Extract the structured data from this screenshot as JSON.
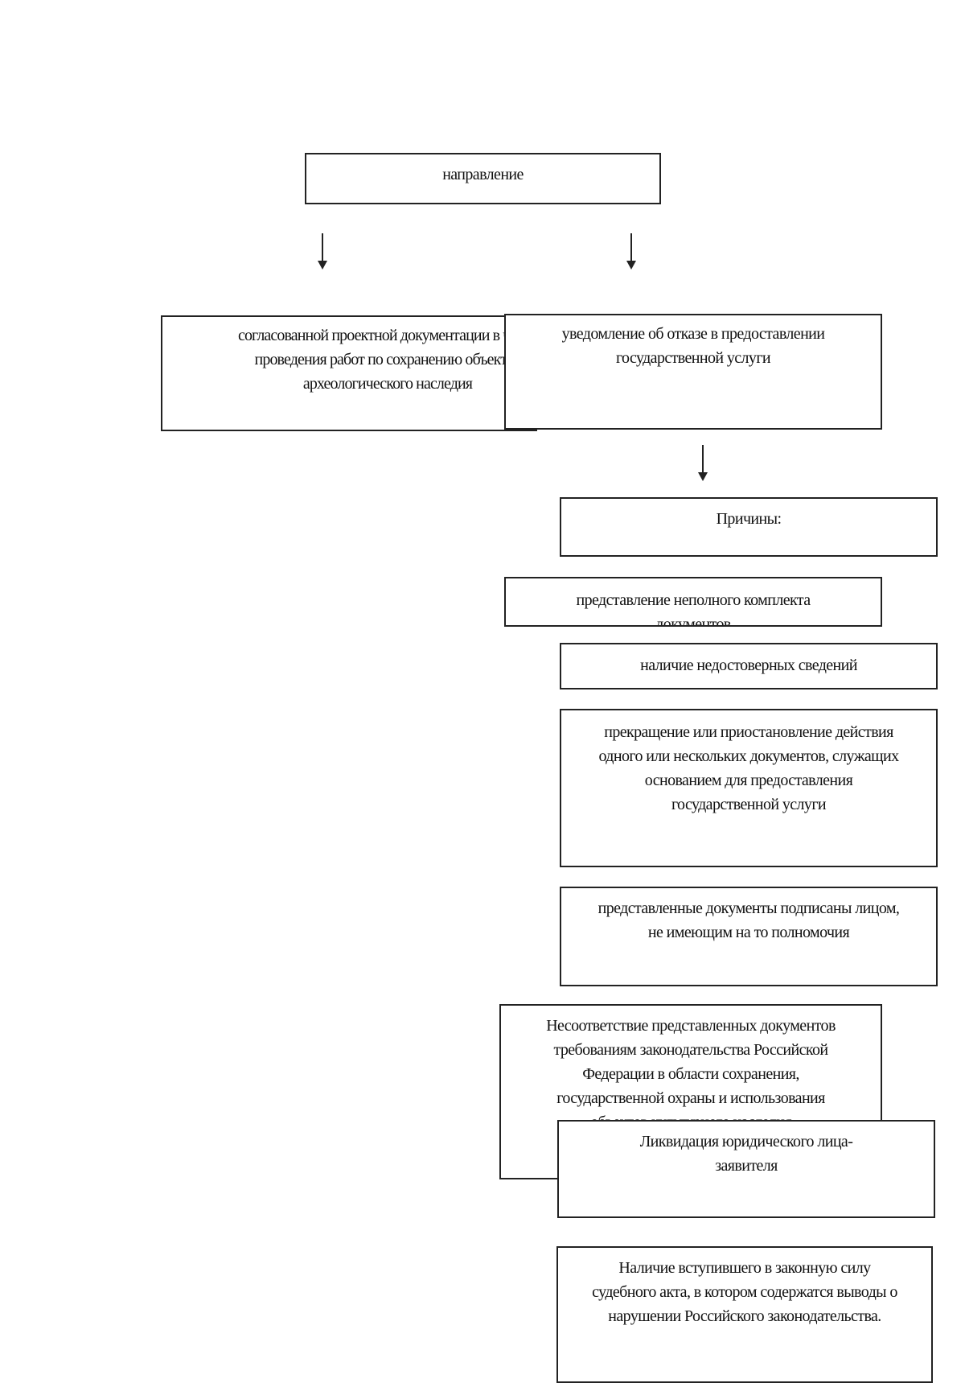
{
  "top": {
    "label": "направление"
  },
  "branch_left": {
    "text": "согласованной проектной документации в части\nпроведения работ по сохранению объектов\nархеологического наследия"
  },
  "branch_right": {
    "text": "уведомление об отказе в предоставлении\nгосударственной услуги"
  },
  "reasons": {
    "title": "Причины:",
    "items": [
      "представление неполного комплекта\nдокументов",
      "наличие недостоверных сведений",
      "прекращение или приостановление действия\nодного или нескольких документов, служащих\nоснованием для предоставления\nгосударственной услуги",
      "представленные документы подписаны лицом,\nне имеющим на то полномочия",
      "Несоответствие представленных документов\nтребованиям законодательства Российской\nФедерации в области сохранения,\nгосударственной охраны и использования\nобъектов культурного наследия",
      "Ликвидация юридического лица-\nзаявителя",
      "Наличие вступившего в законную силу\nсудебного акта, в котором содержатся выводы о\nнарушении Российского законодательства."
    ]
  }
}
